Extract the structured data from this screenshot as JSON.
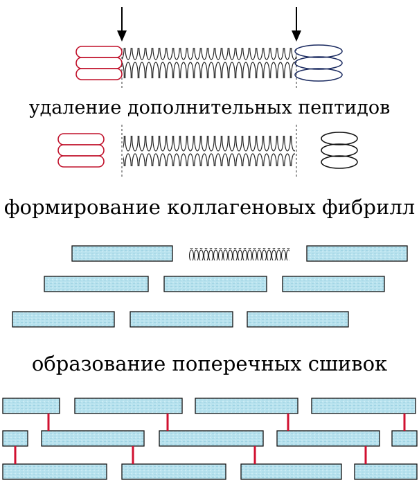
{
  "steps": {
    "peptide_removal": "удаление дополнительных пептидов",
    "fibril_formation": "формирование коллагеновых фибрилл",
    "crosslink_formation": "образование поперечных сшивок"
  },
  "colors": {
    "molecule_fill": "#b8e2ee",
    "molecule_border": "#111111",
    "crosslink": "#d01030",
    "n_peptide": "#c0102a",
    "helix": "#222222",
    "guide_line": "#333333"
  }
}
